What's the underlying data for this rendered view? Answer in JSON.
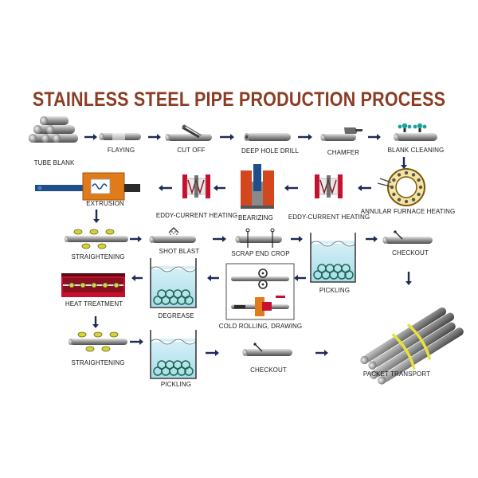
{
  "title": "STAINLESS STEEL PIPE PRODUCTION PROCESS",
  "colors": {
    "title": "#8b3c22",
    "arrow": "#1f2a55",
    "pipe": "#7d7d7d",
    "water": "#bfe6f1",
    "furnace": "#c8102e",
    "extruder": "#e07b1a",
    "band": "#e8e23a"
  },
  "steps": {
    "tube_blank": "TUBE BLANK",
    "flaying": "FLAYING",
    "cut_off": "CUT OFF",
    "deep_hole_drill": "DEEP HOLE DRILL",
    "chamfer": "CHAMFER",
    "blank_cleaning": "BLANK CLEANING",
    "annular_furnace_heating": "ANNULAR FURNACE HEATING",
    "eddy_current_heating_2": "EDDY-CURRENT HEATING",
    "bearizing": "BEARIZING",
    "eddy_current_heating_1": "EDDY-CURRENT HEATING",
    "extrusion": "EXTRUSION",
    "straightening_1": "STRAIGHTENING",
    "shot_blast": "SHOT BLAST",
    "scrap_end_crop": "SCRAP END CROP",
    "pickling_1": "PICKLING",
    "checkout_1": "CHECKOUT",
    "heat_treatment": "HEAT TREATMENT",
    "degrease": "DEGREASE",
    "cold_rolling_drawing": "COLD ROLLING, DRAWING",
    "straightening_2": "STRAIGHTENING",
    "pickling_2": "PICKLING",
    "checkout_2": "CHECKOUT",
    "packet_transport": "PACKET TRANSPORT"
  }
}
